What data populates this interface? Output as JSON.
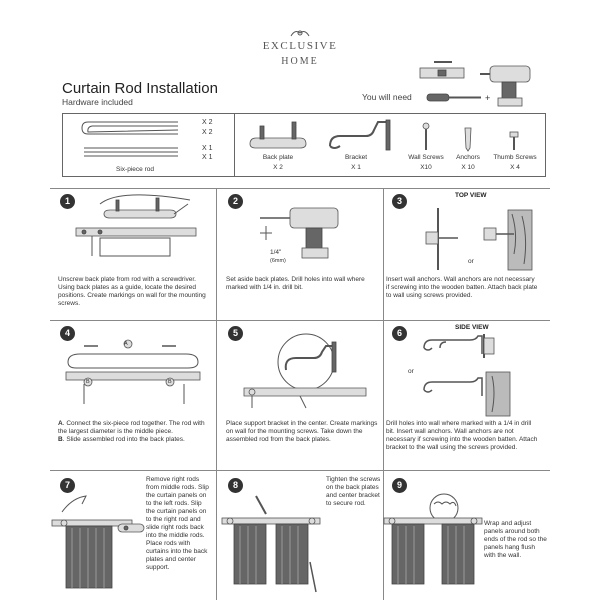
{
  "brand": {
    "line1": "EXCLUSIVE",
    "line2": "HOME"
  },
  "header": {
    "title": "Curtain Rod Installation",
    "subtitle": "Hardware included",
    "you_will_need": "You will need"
  },
  "hardware": {
    "rod_label": "Six-piece rod",
    "rod_quantities": [
      "X 2",
      "X 2",
      "X 1",
      "X 1"
    ],
    "items": [
      {
        "label": "Back plate",
        "qty": "X 2"
      },
      {
        "label": "Bracket",
        "qty": "X 1"
      },
      {
        "label": "Wall Screws",
        "qty": "X10"
      },
      {
        "label": "Anchors",
        "qty": "X 10"
      },
      {
        "label": "Thumb Screws",
        "qty": "X 4"
      }
    ]
  },
  "steps": [
    {
      "num": "1",
      "text": "Unscrew back plate from rod with a screwdriver. Using back plates as a guide, locate the desired positions. Create markings on wall for the mounting screws."
    },
    {
      "num": "2",
      "text": "Set aside back plates. Drill holes into wall where marked with 1/4 in. drill bit.",
      "drill_label": "1/4\"",
      "drill_sub": "(6mm)"
    },
    {
      "num": "3",
      "header": "TOP VIEW",
      "or": "or",
      "text": "Insert wall anchors. Wall anchors are not necessary if screwing into the wooden batten. Attach back plate to wall using screws provided."
    },
    {
      "num": "4",
      "letter_a": "A",
      "letter_b": "B",
      "text_a": "Connect the six-piece rod together. The rod with the largest diameter is the middle piece.",
      "text_b": "Slide assembled rod into the back plates."
    },
    {
      "num": "5",
      "text": "Place support bracket in the center. Create markings on wall for the mounting screws. Take down the assembled rod from the back plates."
    },
    {
      "num": "6",
      "header": "SIDE VIEW",
      "or": "or",
      "text": "Drill holes into wall where marked with a 1/4 in drill bit. Insert wall anchors. Wall anchors are not necessary if screwing into the wooden batten. Attach bracket to the wall using the screws provided."
    },
    {
      "num": "7",
      "text": "Remove right rods from middle rods. Slip the curtain panels on to the left rods. Slip the curtain panels on to the right rod and slide right rods back into the middle rods. Place rods with curtains into the back plates and center support."
    },
    {
      "num": "8",
      "text": "Tighten the screws on the back plates and center bracket to secure rod."
    },
    {
      "num": "9",
      "text": "Wrap and adjust panels around both ends of the rod so the panels hang flush with the wall."
    }
  ]
}
